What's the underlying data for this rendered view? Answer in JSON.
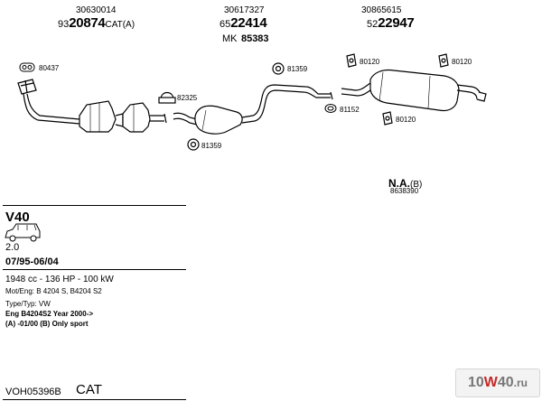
{
  "parts": {
    "front": {
      "code1": "30630014",
      "code2_prefix": "93",
      "code2_main": "20874",
      "code2_suffix": "CAT(A)"
    },
    "middle": {
      "code1": "30617327",
      "code2_prefix": "65",
      "code2_main": "22414",
      "code3_prefix": "MK",
      "code3_main": "85383"
    },
    "rear": {
      "code1": "30865615",
      "code2_prefix": "52",
      "code2_main": "22947"
    }
  },
  "fittings": {
    "f80437": "80437",
    "f82325": "82325",
    "f81359a": "81359",
    "f81359b": "81359",
    "f80120a": "80120",
    "f80120b": "80120",
    "f80120c": "80120",
    "f81152": "81152"
  },
  "na_part": {
    "label": "N.A.",
    "suffix": "(B)",
    "code": "8638390"
  },
  "vehicle": {
    "model": "V40",
    "engine_size": "2.0",
    "period": "07/95-06/04",
    "specs": "1948 cc - 136 HP - 100 kW",
    "mot_eng": "Mot/Eng: B 4204 S, B4204 S2",
    "type": "Type/Typ: VW",
    "eng_line": "Eng B4204S2   Year 2000->",
    "notes": "(A) -01/00 (B) Only sport"
  },
  "footer": {
    "kit_code": "VOH05396B",
    "kit_label": "CAT"
  },
  "watermark": {
    "part1": "10",
    "part2": "W",
    "part3": "40",
    "part4": ".ru"
  },
  "icons": [
    "wagon-car-icon",
    "clamp-icon",
    "rubber-hanger-icon",
    "gasket-icon"
  ]
}
